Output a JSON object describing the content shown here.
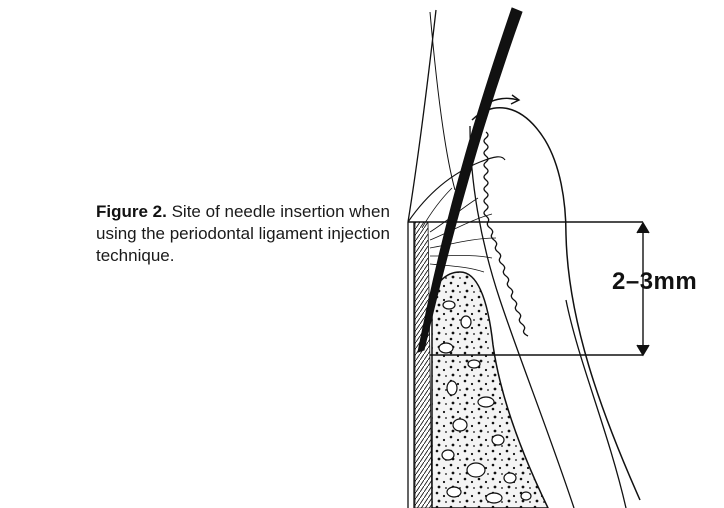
{
  "figure": {
    "label": "Figure 2.",
    "caption": "Site of needle insertion when using the periodontal ligament injection technique."
  },
  "measurement": {
    "text": "2–3mm"
  },
  "colors": {
    "ink": "#111111",
    "paper": "#ffffff"
  }
}
